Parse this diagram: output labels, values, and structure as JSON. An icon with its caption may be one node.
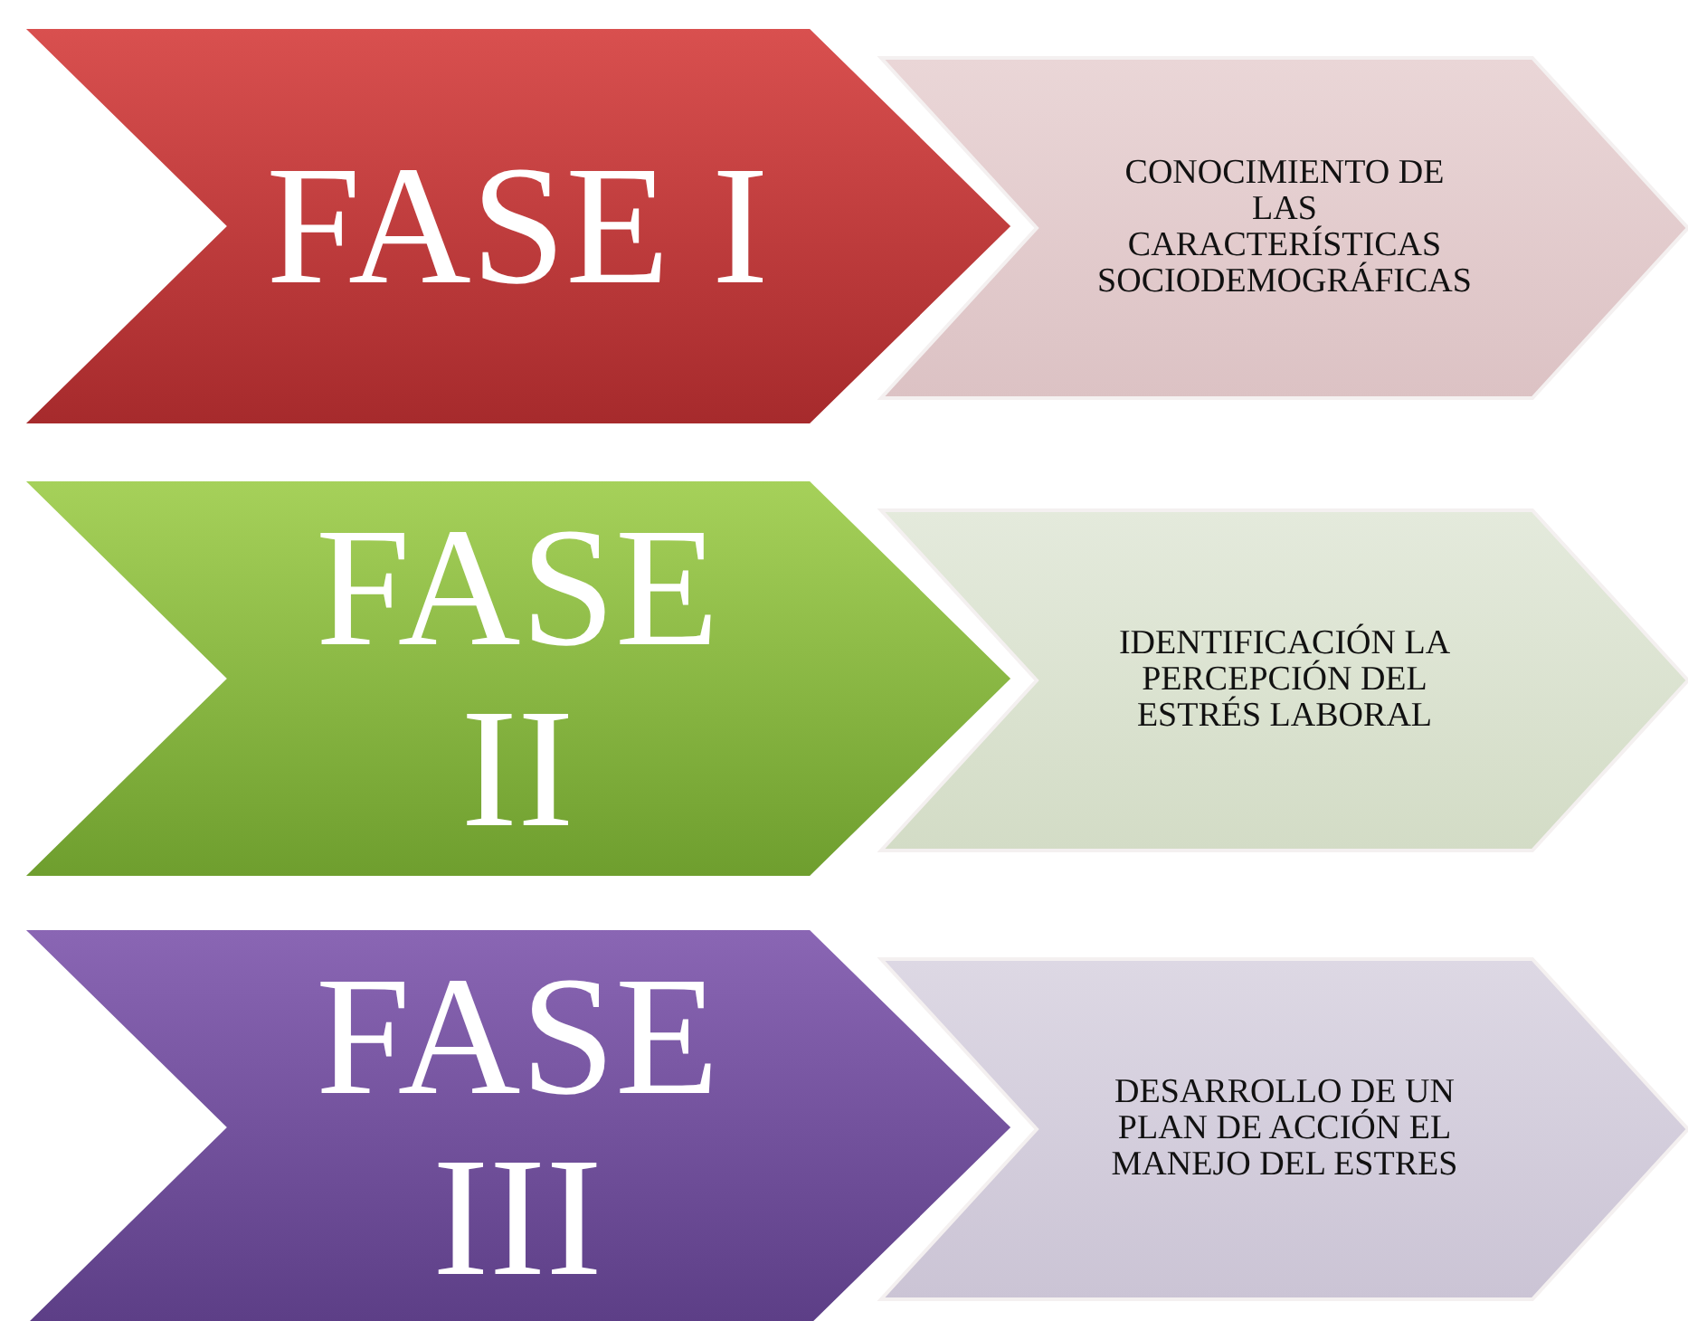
{
  "diagram": {
    "nodes": [
      {
        "text": [
          "FASE I"
        ]
      },
      {
        "text": [
          "CONOCIMIENTO DE LAS CARACTERÍSTICAS SOCIODEMOGRÁFICAS"
        ]
      },
      {
        "text": [
          "FASE II"
        ]
      },
      {
        "text": [
          "IDENTIFICACIÓN LA PERCEPCIÓN DEL ESTRÉS LABORAL"
        ]
      },
      {
        "text": [
          "FASE III"
        ]
      },
      {
        "text": [
          "DESARROLLO DE UN PLAN DE ACCIÓN EL MANEJO DEL ESTRES"
        ]
      }
    ]
  }
}
